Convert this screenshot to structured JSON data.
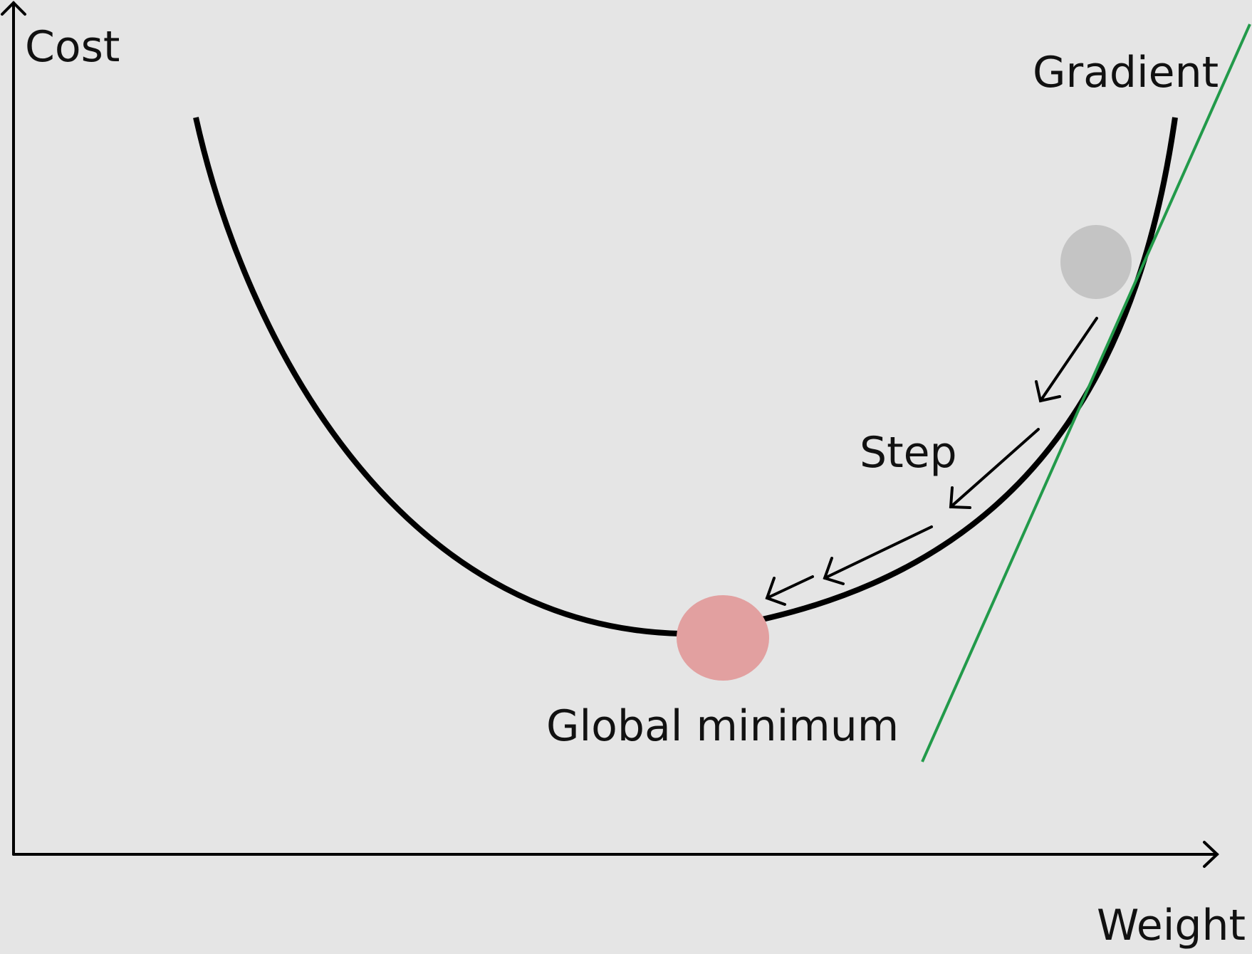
{
  "labels": {
    "y_axis": "Cost",
    "x_axis": "Weight",
    "gradient": "Gradient",
    "step": "Step",
    "minimum": "Global minimum"
  },
  "colors": {
    "background": "#e5e5e5",
    "curve": "#000000",
    "tangent_line": "#229a4a",
    "start_point": "#c4c4c4",
    "minimum_point": "#e2a0a0",
    "text": "#111111"
  }
}
